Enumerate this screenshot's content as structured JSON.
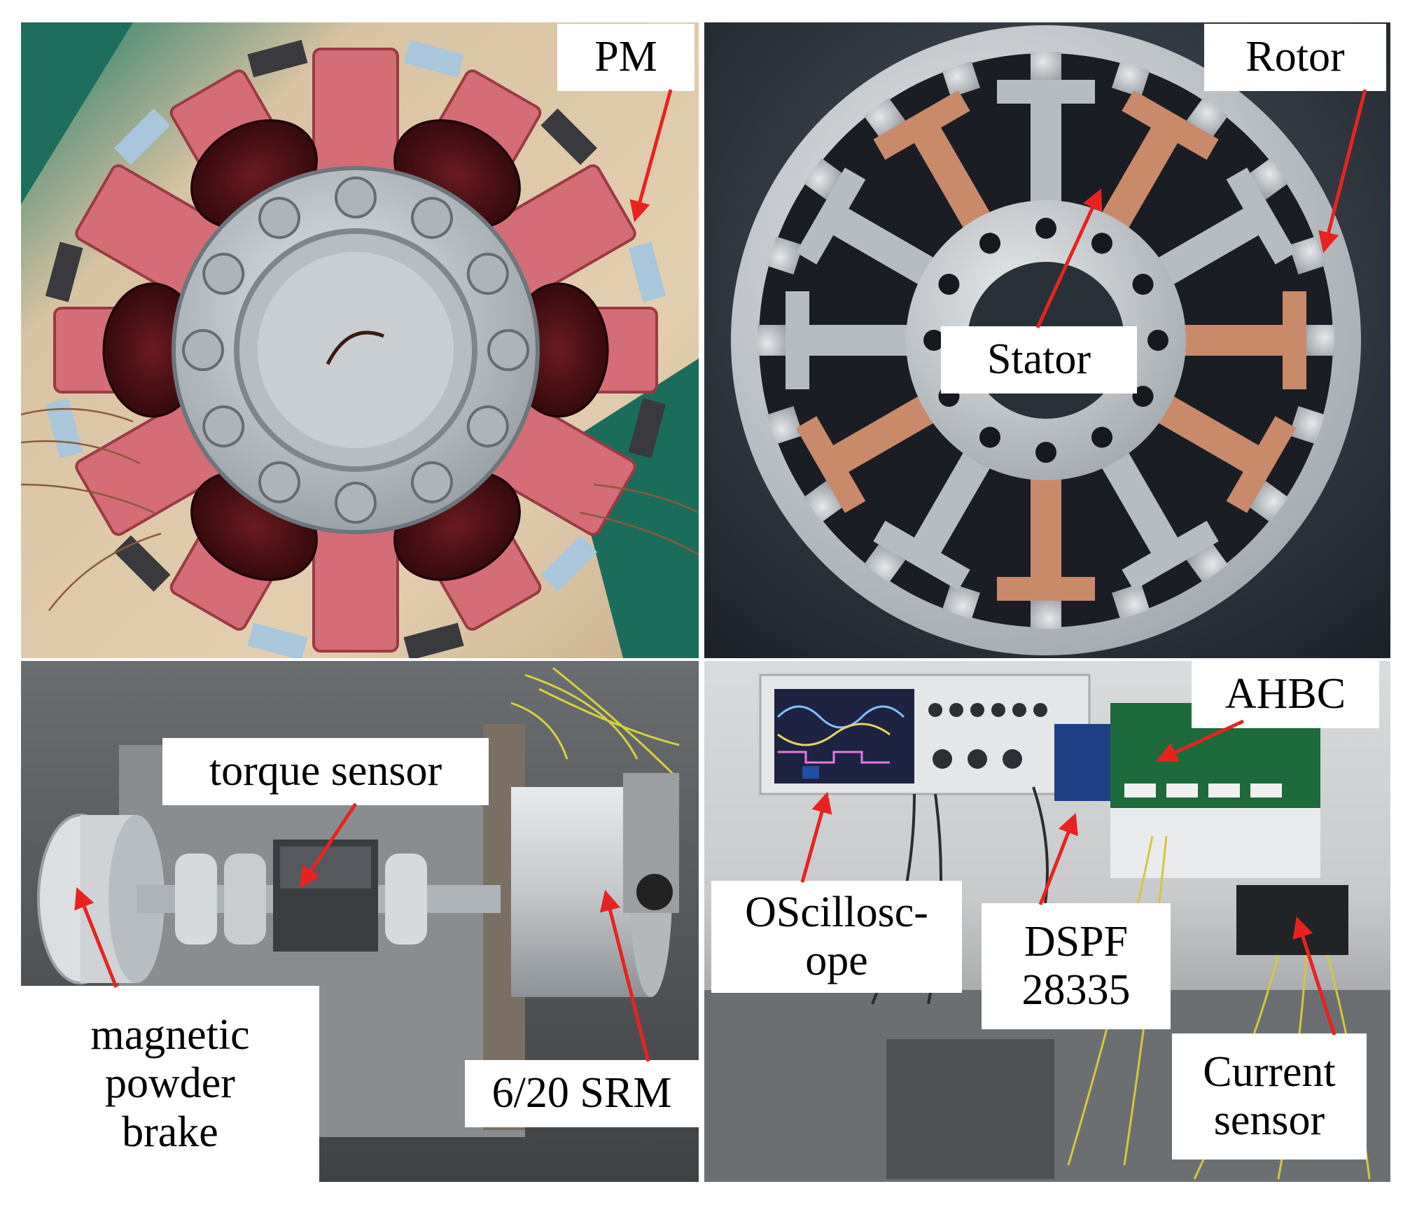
{
  "panels": {
    "top_left": {
      "labels": {
        "pm": "PM"
      }
    },
    "top_right": {
      "labels": {
        "rotor": "Rotor",
        "stator": "Stator"
      }
    },
    "bottom_left": {
      "labels": {
        "torque_sensor": "torque sensor",
        "magnetic_powder_brake": "magnetic\npowder\nbrake",
        "srm": "6/20 SRM"
      }
    },
    "bottom_right": {
      "labels": {
        "ahbc": "AHBC",
        "oscilloscope": "OScillosc-\nope",
        "dsp": "DSPF\n28335",
        "current_sensor": "Current\nsensor"
      }
    }
  },
  "colors": {
    "arrow": "#e8231f",
    "label_bg": "#ffffff",
    "label_text": "#000000"
  }
}
